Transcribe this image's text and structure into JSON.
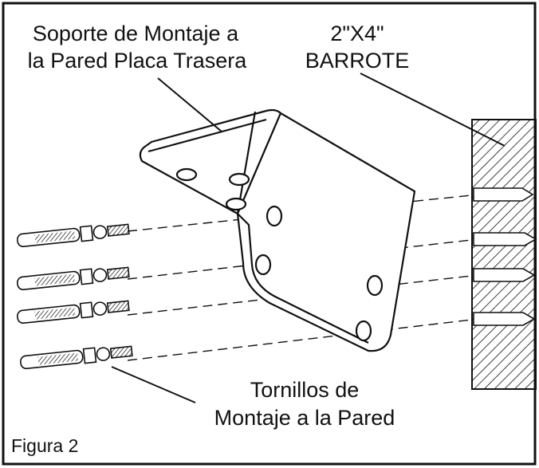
{
  "labels": {
    "bracket_line1": "Soporte de Montaje a",
    "bracket_line2": "la Pared Placa Trasera",
    "stud_line1": "2\"X4\"",
    "stud_line2": "BARROTE",
    "screws_line1": "Tornillos de",
    "screws_line2": "Montaje a la Pared",
    "figure": "Figura 2"
  },
  "colors": {
    "ink": "#111111",
    "background": "#ffffff",
    "fill": "#ffffff"
  }
}
